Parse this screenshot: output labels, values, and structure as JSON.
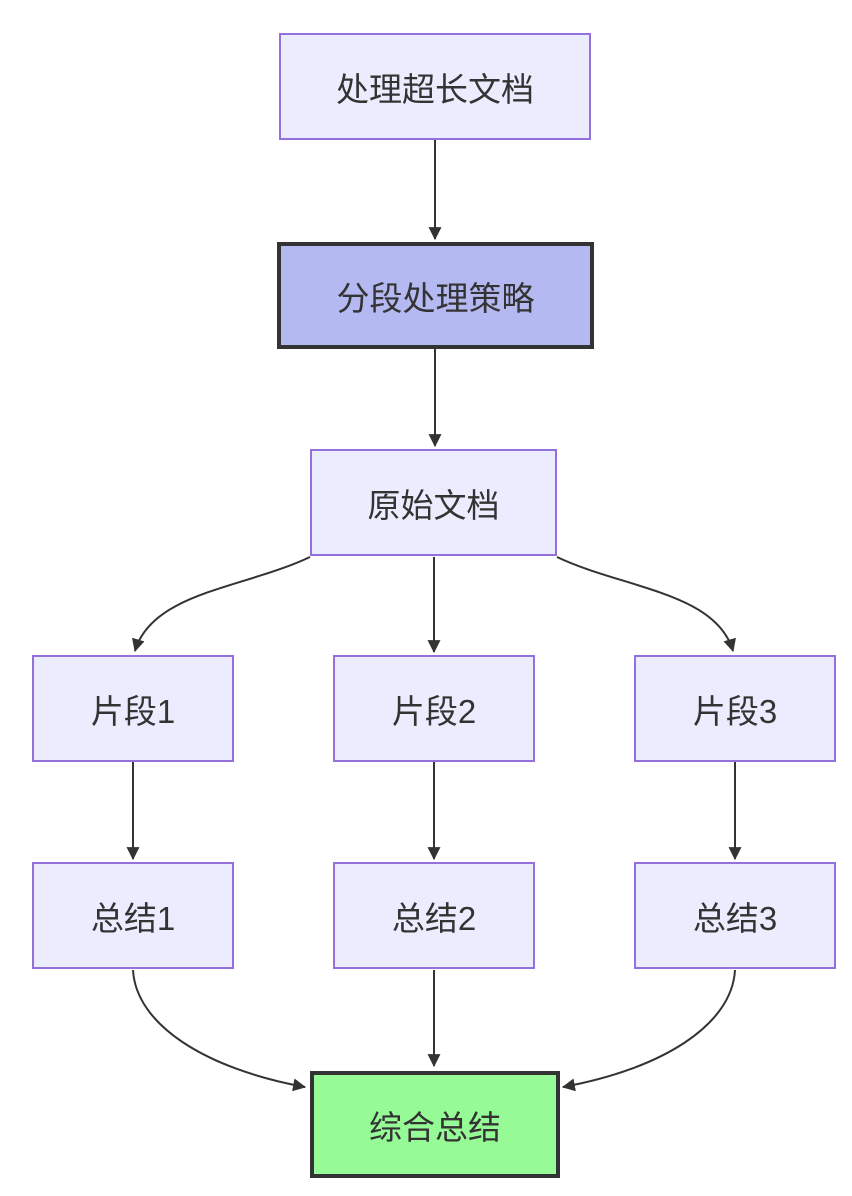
{
  "diagram": {
    "type": "flowchart",
    "direction": "top-down",
    "nodes": [
      {
        "label": "处理超长文档",
        "variant": "default"
      },
      {
        "label": "分段处理策略",
        "variant": "highlight"
      },
      {
        "label": "原始文档",
        "variant": "default"
      },
      {
        "label": "片段1",
        "variant": "default"
      },
      {
        "label": "片段2",
        "variant": "default"
      },
      {
        "label": "片段3",
        "variant": "default"
      },
      {
        "label": "总结1",
        "variant": "default"
      },
      {
        "label": "总结2",
        "variant": "default"
      },
      {
        "label": "总结3",
        "variant": "default"
      },
      {
        "label": "综合总结",
        "variant": "success"
      }
    ],
    "edges": [
      {
        "from": 0,
        "to": 1
      },
      {
        "from": 1,
        "to": 2
      },
      {
        "from": 2,
        "to": 3
      },
      {
        "from": 2,
        "to": 4
      },
      {
        "from": 2,
        "to": 5
      },
      {
        "from": 3,
        "to": 6
      },
      {
        "from": 4,
        "to": 7
      },
      {
        "from": 5,
        "to": 8
      },
      {
        "from": 6,
        "to": 9
      },
      {
        "from": 7,
        "to": 9
      },
      {
        "from": 8,
        "to": 9
      }
    ],
    "colors": {
      "node_fill": "#ececff",
      "node_border": "#9370db",
      "highlight_fill": "#b5b9f2",
      "success_fill": "#96fb96",
      "strong_border": "#333333",
      "edge": "#333333",
      "text": "#333333",
      "background": "#ffffff"
    }
  }
}
